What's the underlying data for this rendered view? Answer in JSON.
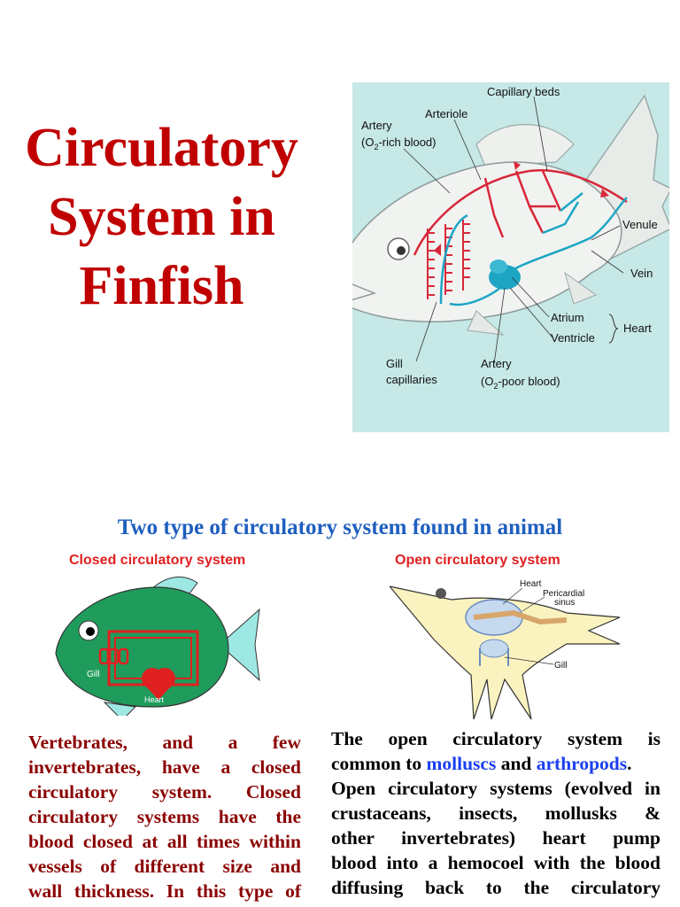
{
  "title": {
    "line1": "Circulatory",
    "line2": "System in",
    "line3": "Finfish"
  },
  "figure_main": {
    "labels": {
      "capillary_beds": "Capillary beds",
      "arteriole": "Arteriole",
      "artery_top_1": "Artery",
      "artery_top_2": "(O",
      "artery_top_2_sub": "2",
      "artery_top_2_end": "-rich blood)",
      "venule": "Venule",
      "vein": "Vein",
      "atrium": "Atrium",
      "ventricle": "Ventricle",
      "heart": "Heart",
      "gill_1": "Gill",
      "gill_2": "capillaries",
      "artery_bottom_1": "Artery",
      "artery_bottom_2": "(O",
      "artery_bottom_2_sub": "2",
      "artery_bottom_2_end": "-poor blood)"
    }
  },
  "subheading": "Two type of circulatory system found in animal",
  "closed": {
    "caption": "Closed circulatory system",
    "labels": {
      "gill": "Gill",
      "heart": "Heart"
    },
    "paragraph_lines": [
      "Vertebrates, and a few",
      "invertebrates, have a closed",
      "circulatory system. Closed",
      "circulatory systems have the",
      "blood closed at all times within",
      "vessels of different size and",
      "wall thickness. In this type of"
    ]
  },
  "open": {
    "caption": "Open circulatory system",
    "labels": {
      "heart": "Heart",
      "pericardial": "Pericardial",
      "sinus": "sinus",
      "gill": "Gill"
    },
    "paragraph": {
      "l1": "The open circulatory system is",
      "l2_a": "common to ",
      "l2_b": "molluscs",
      "l2_c": " and ",
      "l2_d": "arthropods",
      "l2_e": ".",
      "l3": "Open circulatory systems (evolved in",
      "l4": "crustaceans, insects, mollusks &",
      "l5": "other invertebrates) heart pump",
      "l6": "blood into a hemocoel with the blood",
      "l7": "diffusing back to the circulatory"
    }
  },
  "colors": {
    "title": "#c00000",
    "subheading": "#1f5fbf",
    "caption": "#e02020",
    "closed_text": "#8b0000",
    "highlight": "#1a3ff0",
    "figure_bg": "#c6e8e6"
  }
}
